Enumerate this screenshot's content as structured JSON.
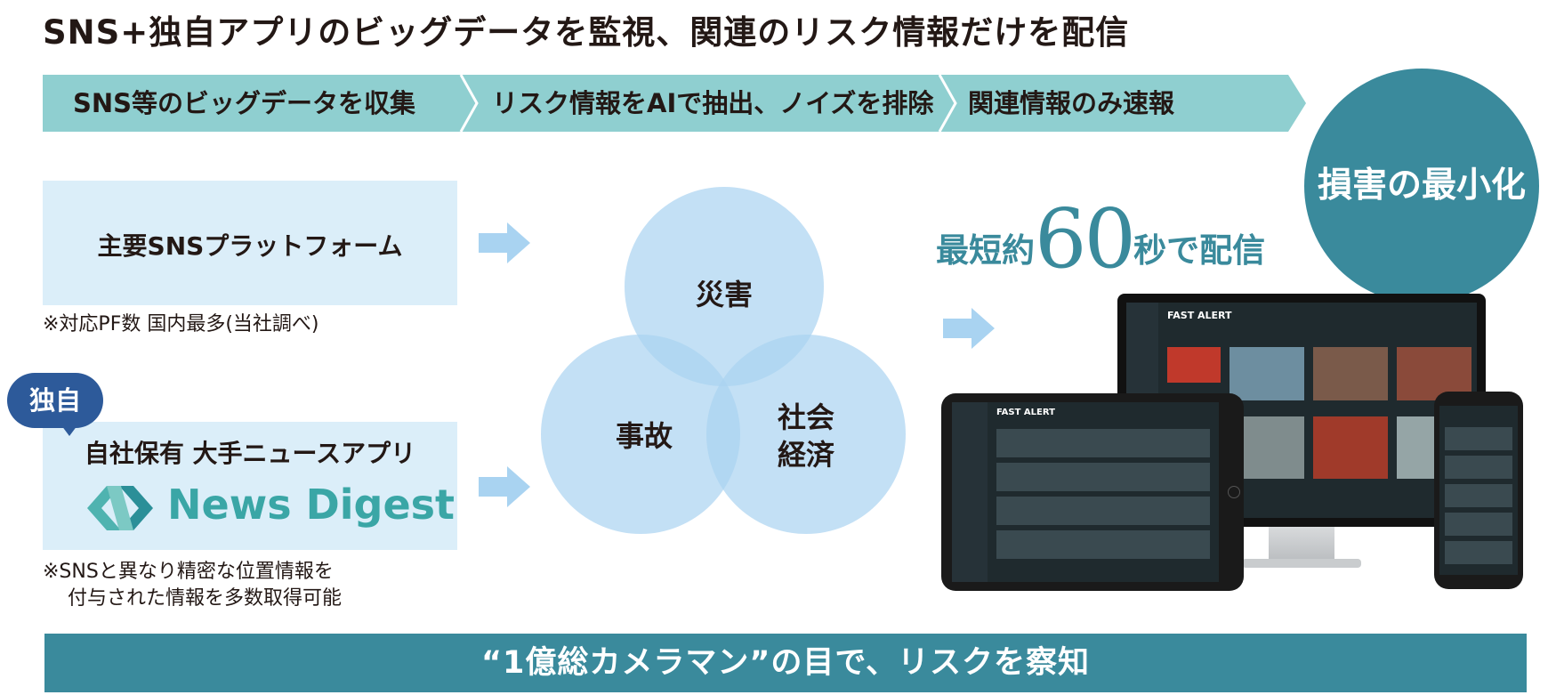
{
  "title": "SNS+独自アプリのビッグデータを監視、関連のリスク情報だけを配信",
  "steps": [
    "SNS等のビッグデータを収集",
    "リスク情報をAIで抽出、ノイズを排除",
    "関連情報のみ速報"
  ],
  "sources": {
    "sns": {
      "title": "主要SNSプラットフォーム",
      "note": "※対応PF数 国内最多(当社調べ)"
    },
    "app": {
      "badge": "独自",
      "title": "自社保有 大手ニュースアプリ",
      "logo": "News Digest",
      "note_line1": "※SNSと異なり精密な位置情報を",
      "note_line2": "付与された情報を多数取得可能"
    }
  },
  "venn": {
    "top": "災害",
    "left": "事故",
    "right_line1": "社会",
    "right_line2": "経済"
  },
  "delivery": {
    "prefix": "最短約",
    "number": "60",
    "suffix": "秒で配信"
  },
  "result": "損害の最小化",
  "devices": {
    "brand": "FAST ALERT"
  },
  "bottom": "“1億総カメラマン”の目で、リスクを察知",
  "colors": {
    "teal": "#3a8a9c",
    "step_band": "#8fcfd0",
    "source_box": "#dbeef9",
    "venn_circle": "#a9d3f1",
    "badge": "#2d5a9a"
  }
}
